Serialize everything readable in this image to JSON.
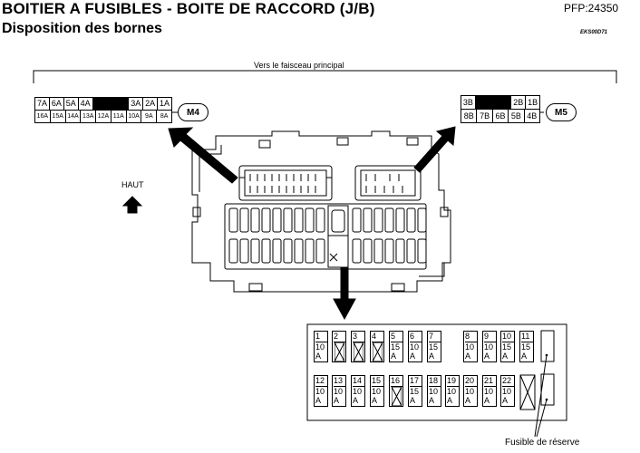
{
  "header": {
    "title": "BOITIER A FUSIBLES - BOITE DE RACCORD (J/B)",
    "subtitle": "Disposition des bornes",
    "pfp": "PFP:24350",
    "ref": "EKS00D71"
  },
  "labels": {
    "harness": "Vers le faisceau principal",
    "up": "HAUT",
    "spare": "Fusible de réserve"
  },
  "connector_m4": {
    "name": "M4",
    "top_row": [
      "7A",
      "6A",
      "5A",
      "4A",
      "",
      "3A",
      "2A",
      "1A"
    ],
    "bottom_row": [
      "16A",
      "15A",
      "14A",
      "13A",
      "12A",
      "11A",
      "10A",
      "9A",
      "8A"
    ]
  },
  "connector_m5": {
    "name": "M5",
    "top_row": [
      "3B",
      "",
      "2B",
      "1B"
    ],
    "bottom_row": [
      "8B",
      "7B",
      "6B",
      "5B",
      "4B"
    ]
  },
  "fuses_top": [
    {
      "num": "1",
      "amp": [
        "10",
        "A"
      ]
    },
    {
      "num": "2",
      "amp": null
    },
    {
      "num": "3",
      "amp": null
    },
    {
      "num": "4",
      "amp": null
    },
    {
      "num": "5",
      "amp": [
        "15",
        "A"
      ]
    },
    {
      "num": "6",
      "amp": [
        "10",
        "A"
      ]
    },
    {
      "num": "7",
      "amp": [
        "15",
        "A"
      ]
    },
    {
      "num": "8",
      "amp": [
        "10",
        "A"
      ]
    },
    {
      "num": "9",
      "amp": [
        "10",
        "A"
      ]
    },
    {
      "num": "10",
      "amp": [
        "15",
        "A"
      ]
    },
    {
      "num": "11",
      "amp": [
        "15",
        "A"
      ]
    }
  ],
  "fuses_bottom": [
    {
      "num": "12",
      "amp": [
        "10",
        "A"
      ]
    },
    {
      "num": "13",
      "amp": [
        "10",
        "A"
      ]
    },
    {
      "num": "14",
      "amp": [
        "10",
        "A"
      ]
    },
    {
      "num": "15",
      "amp": [
        "10",
        "A"
      ]
    },
    {
      "num": "16",
      "amp": null
    },
    {
      "num": "17",
      "amp": [
        "15",
        "A"
      ]
    },
    {
      "num": "18",
      "amp": [
        "10",
        "A"
      ]
    },
    {
      "num": "19",
      "amp": [
        "10",
        "A"
      ]
    },
    {
      "num": "20",
      "amp": [
        "10",
        "A"
      ]
    },
    {
      "num": "21",
      "amp": [
        "10",
        "A"
      ]
    },
    {
      "num": "22",
      "amp": [
        "10",
        "A"
      ]
    }
  ]
}
